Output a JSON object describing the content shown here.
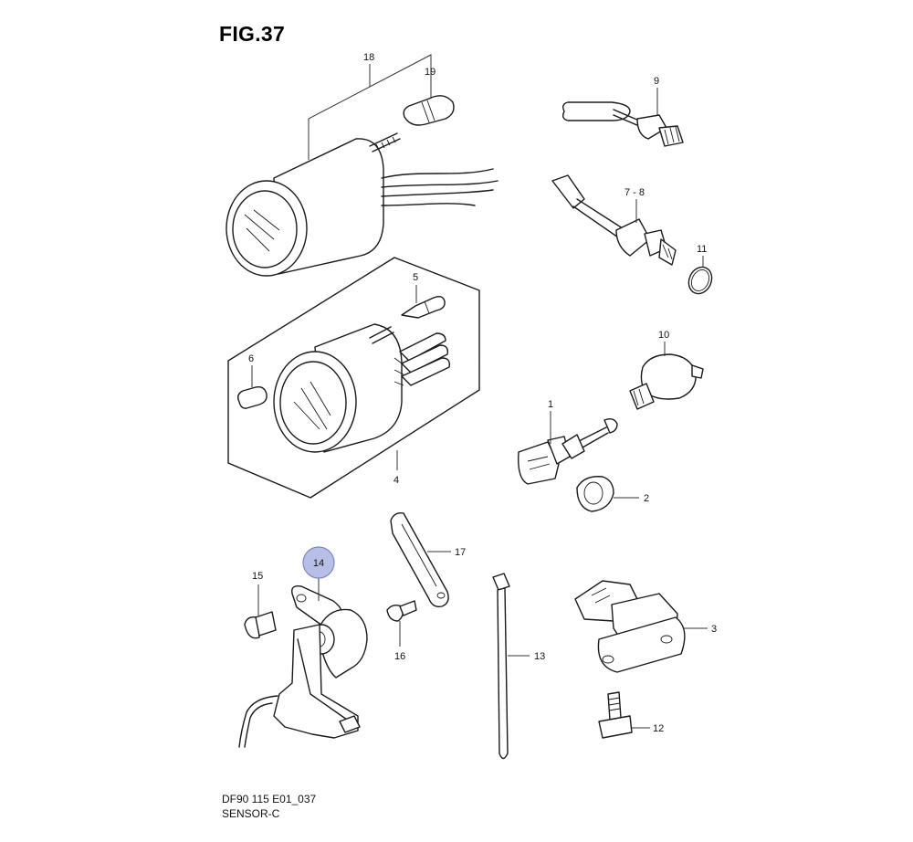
{
  "figure": {
    "title": "FIG.37",
    "footer_code": "DF90 115 E01_037",
    "footer_name": "SENSOR-C"
  },
  "callouts": {
    "c1": "1",
    "c2": "2",
    "c3": "3",
    "c4": "4",
    "c5": "5",
    "c6": "6",
    "c78": "7 - 8",
    "c9": "9",
    "c10": "10",
    "c11": "11",
    "c12": "12",
    "c13": "13",
    "c14": "14",
    "c15": "15",
    "c16": "16",
    "c17": "17",
    "c18": "18",
    "c19": "19"
  },
  "highlighted_part": "14",
  "colors": {
    "highlight_fill": "#b8bfe6",
    "line": "#1a1a1a"
  }
}
